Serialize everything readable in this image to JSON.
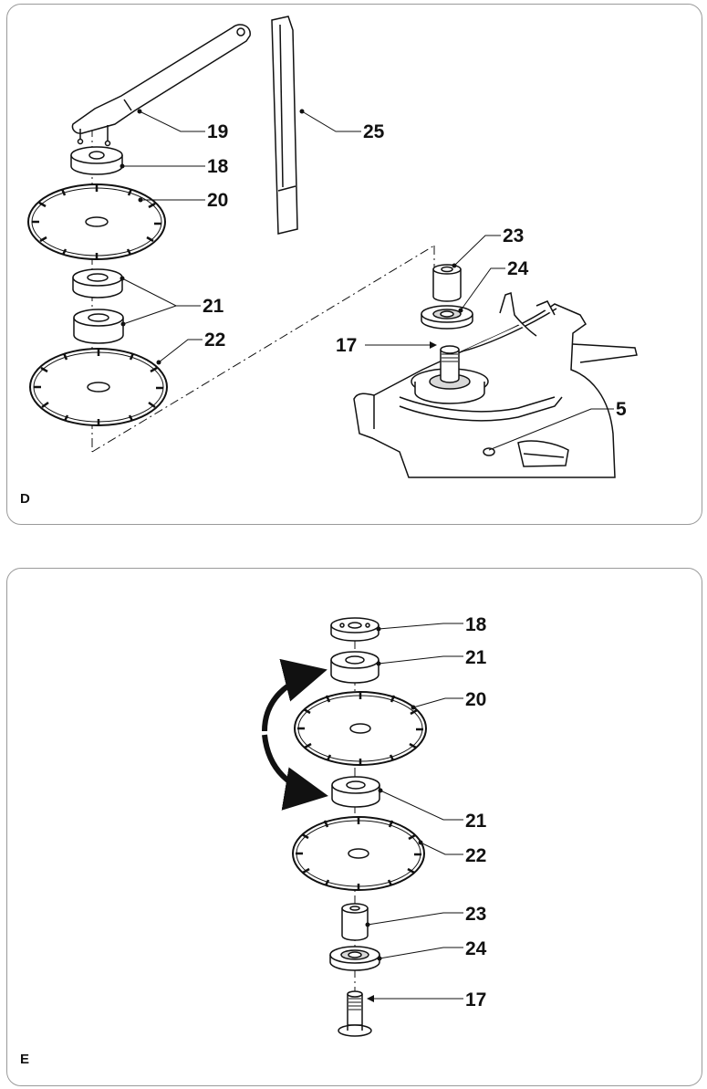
{
  "figures": [
    {
      "label": "D",
      "callouts": {
        "c19": "19",
        "c25": "25",
        "c18": "18",
        "c20": "20",
        "c23": "23",
        "c24": "24",
        "c21": "21",
        "c22": "22",
        "c17": "17",
        "c5": "5"
      }
    },
    {
      "label": "E",
      "callouts": {
        "c18": "18",
        "c21a": "21",
        "c20": "20",
        "c21b": "21",
        "c22": "22",
        "c23": "23",
        "c24": "24",
        "c17": "17"
      }
    }
  ],
  "colors": {
    "line": "#111111",
    "border": "#9a9a9a",
    "fill": "#ffffff",
    "shade": "#d8d8d8"
  }
}
